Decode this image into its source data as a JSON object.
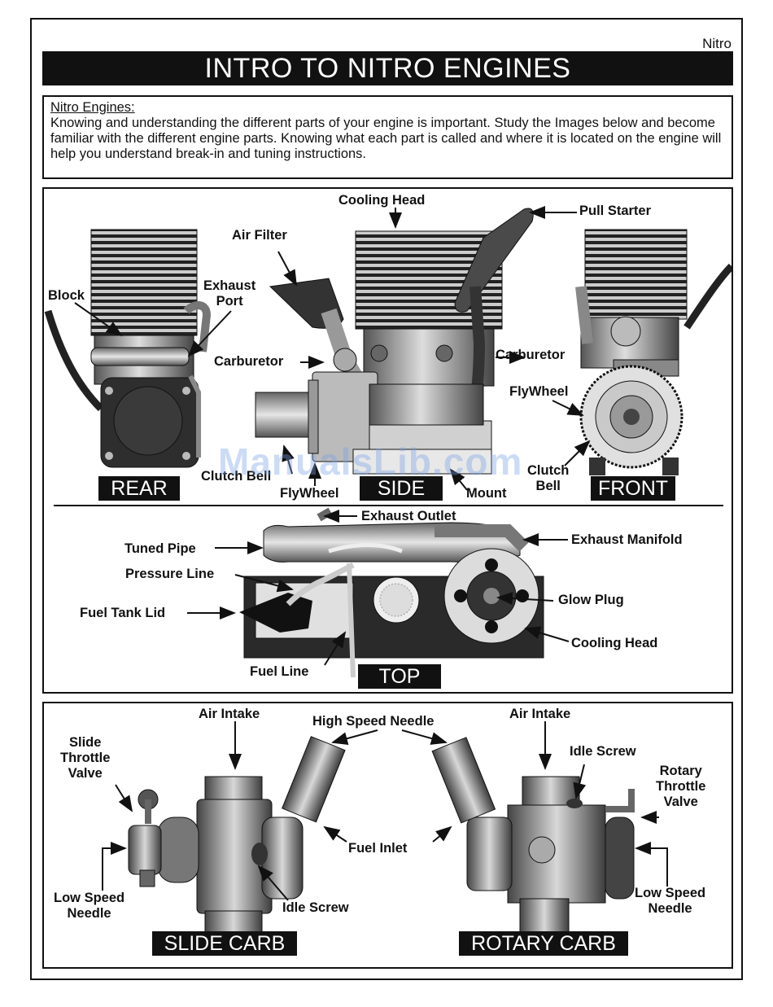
{
  "header": {
    "tag": "Nitro",
    "title": "INTRO TO NITRO ENGINES"
  },
  "intro": {
    "heading": "Nitro Engines:",
    "body": "Knowing and understanding the different parts of your engine is important. Study the Images below and become familiar with the different engine parts. Knowing what each part is called and where it is located on the engine will help you understand break-in and tuning instructions."
  },
  "engine_views": {
    "labels": {
      "cooling_head": "Cooling Head",
      "pull_starter": "Pull Starter",
      "air_filter": "Air Filter",
      "block": "Block",
      "exhaust_port": "Exhaust\nPort",
      "carburetor_side": "Carburetor",
      "carburetor_front": "Carburetor",
      "flywheel_front": "FlyWheel",
      "clutch_bell_side": "Clutch Bell",
      "flywheel_side": "FlyWheel",
      "mount": "Mount",
      "clutch_bell_front": "Clutch\nBell"
    },
    "boxes": {
      "rear": "REAR",
      "side": "SIDE",
      "front": "FRONT"
    }
  },
  "top_view": {
    "labels": {
      "exhaust_outlet": "Exhaust Outlet",
      "tuned_pipe": "Tuned Pipe",
      "exhaust_manifold": "Exhaust Manifold",
      "pressure_line": "Pressure Line",
      "fuel_tank_lid": "Fuel Tank Lid",
      "glow_plug": "Glow Plug",
      "cooling_head": "Cooling Head",
      "fuel_line": "Fuel Line"
    },
    "box": "TOP"
  },
  "carbs": {
    "labels": {
      "air_intake_left": "Air Intake",
      "high_speed_needle": "High Speed Needle",
      "air_intake_right": "Air Intake",
      "slide_throttle_valve": "Slide\nThrottle\nValve",
      "idle_screw_right": "Idle Screw",
      "rotary_throttle_valve": "Rotary\nThrottle\nValve",
      "fuel_inlet": "Fuel Inlet",
      "low_speed_needle_left": "Low Speed\nNeedle",
      "idle_screw_left": "Idle Screw",
      "low_speed_needle_right": "Low Speed\nNeedle"
    },
    "boxes": {
      "slide": "SLIDE CARB",
      "rotary": "ROTARY CARB"
    }
  },
  "watermark": "ManualsLib.com"
}
